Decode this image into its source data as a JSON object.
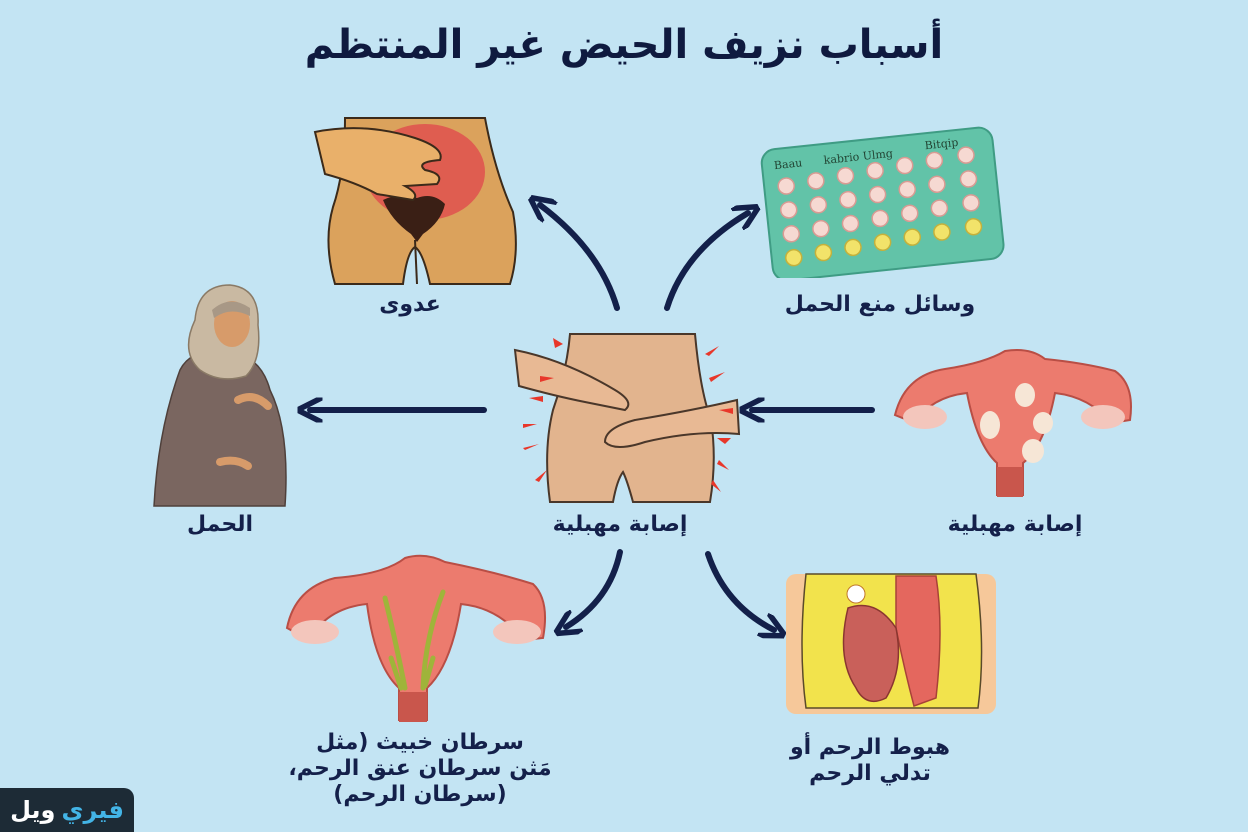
{
  "title": "أسباب نزيف الحيض غير المنتظم",
  "center": {
    "label": "إصابة مهبلية",
    "illustration": "hands-on-lower-abdomen-pain"
  },
  "causes": [
    {
      "id": "infection",
      "label": "عدوى",
      "illustration": "lower-abdomen-inflammation",
      "position": "top-left"
    },
    {
      "id": "contraception",
      "label": "وسائل منع الحمل",
      "illustration": "birth-control-pill-pack",
      "position": "top-right",
      "pack_text": [
        "Baau",
        "kabrio Ulmg",
        "Bitqip"
      ]
    },
    {
      "id": "pregnancy",
      "label": "الحمل",
      "illustration": "pregnant-woman-hijab",
      "position": "left"
    },
    {
      "id": "vaginal-injury",
      "label": "إصابة مهبلية",
      "illustration": "uterus-with-fibroids",
      "position": "right"
    },
    {
      "id": "cancer",
      "label_lines": [
        "سرطان خبيث (مثل",
        "مَثن سرطان عنق الرحم،",
        "(سرطان الرحم)"
      ],
      "illustration": "uterus-with-growths",
      "position": "bottom-left"
    },
    {
      "id": "prolapse",
      "label_lines": [
        "هبوط الرحم أو",
        "تدلي الرحم"
      ],
      "illustration": "uterine-prolapse-cross-section",
      "position": "bottom-right"
    }
  ],
  "brand": {
    "part1": "فيري",
    "part2": "ويل"
  },
  "colors": {
    "background": "#c3e4f3",
    "arrow": "#13204a",
    "title": "#0f1a3f",
    "brand_bg": "#1d2b36",
    "brand_accent": "#43b4e6"
  }
}
